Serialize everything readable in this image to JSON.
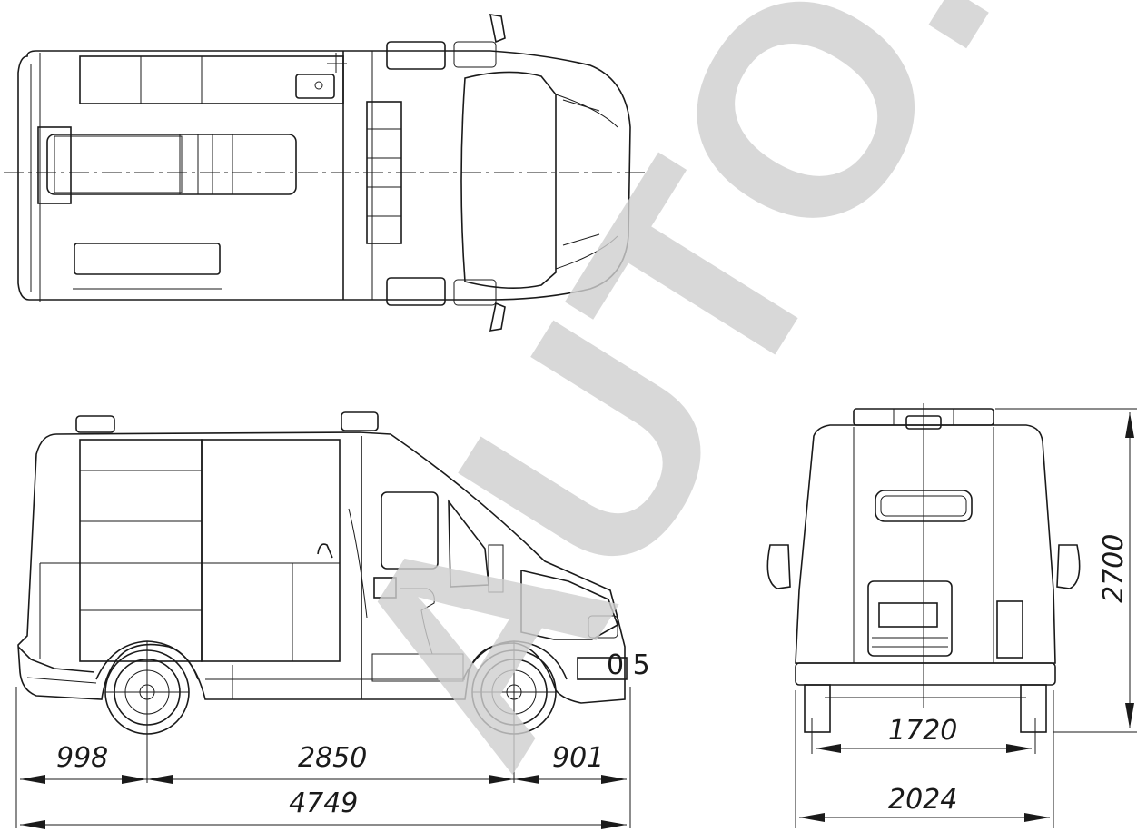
{
  "drawing": {
    "watermark": "AUTO.RU",
    "dimensions": {
      "rear_overhang": "998",
      "wheelbase": "2850",
      "front_overhang": "901",
      "overall_length": "4749",
      "rear_track": "1720",
      "overall_width": "2024",
      "overall_height": "2700"
    }
  },
  "colors": {
    "line": "#1a1a1a",
    "watermark": "#cfcfcf",
    "background": "#ffffff"
  }
}
